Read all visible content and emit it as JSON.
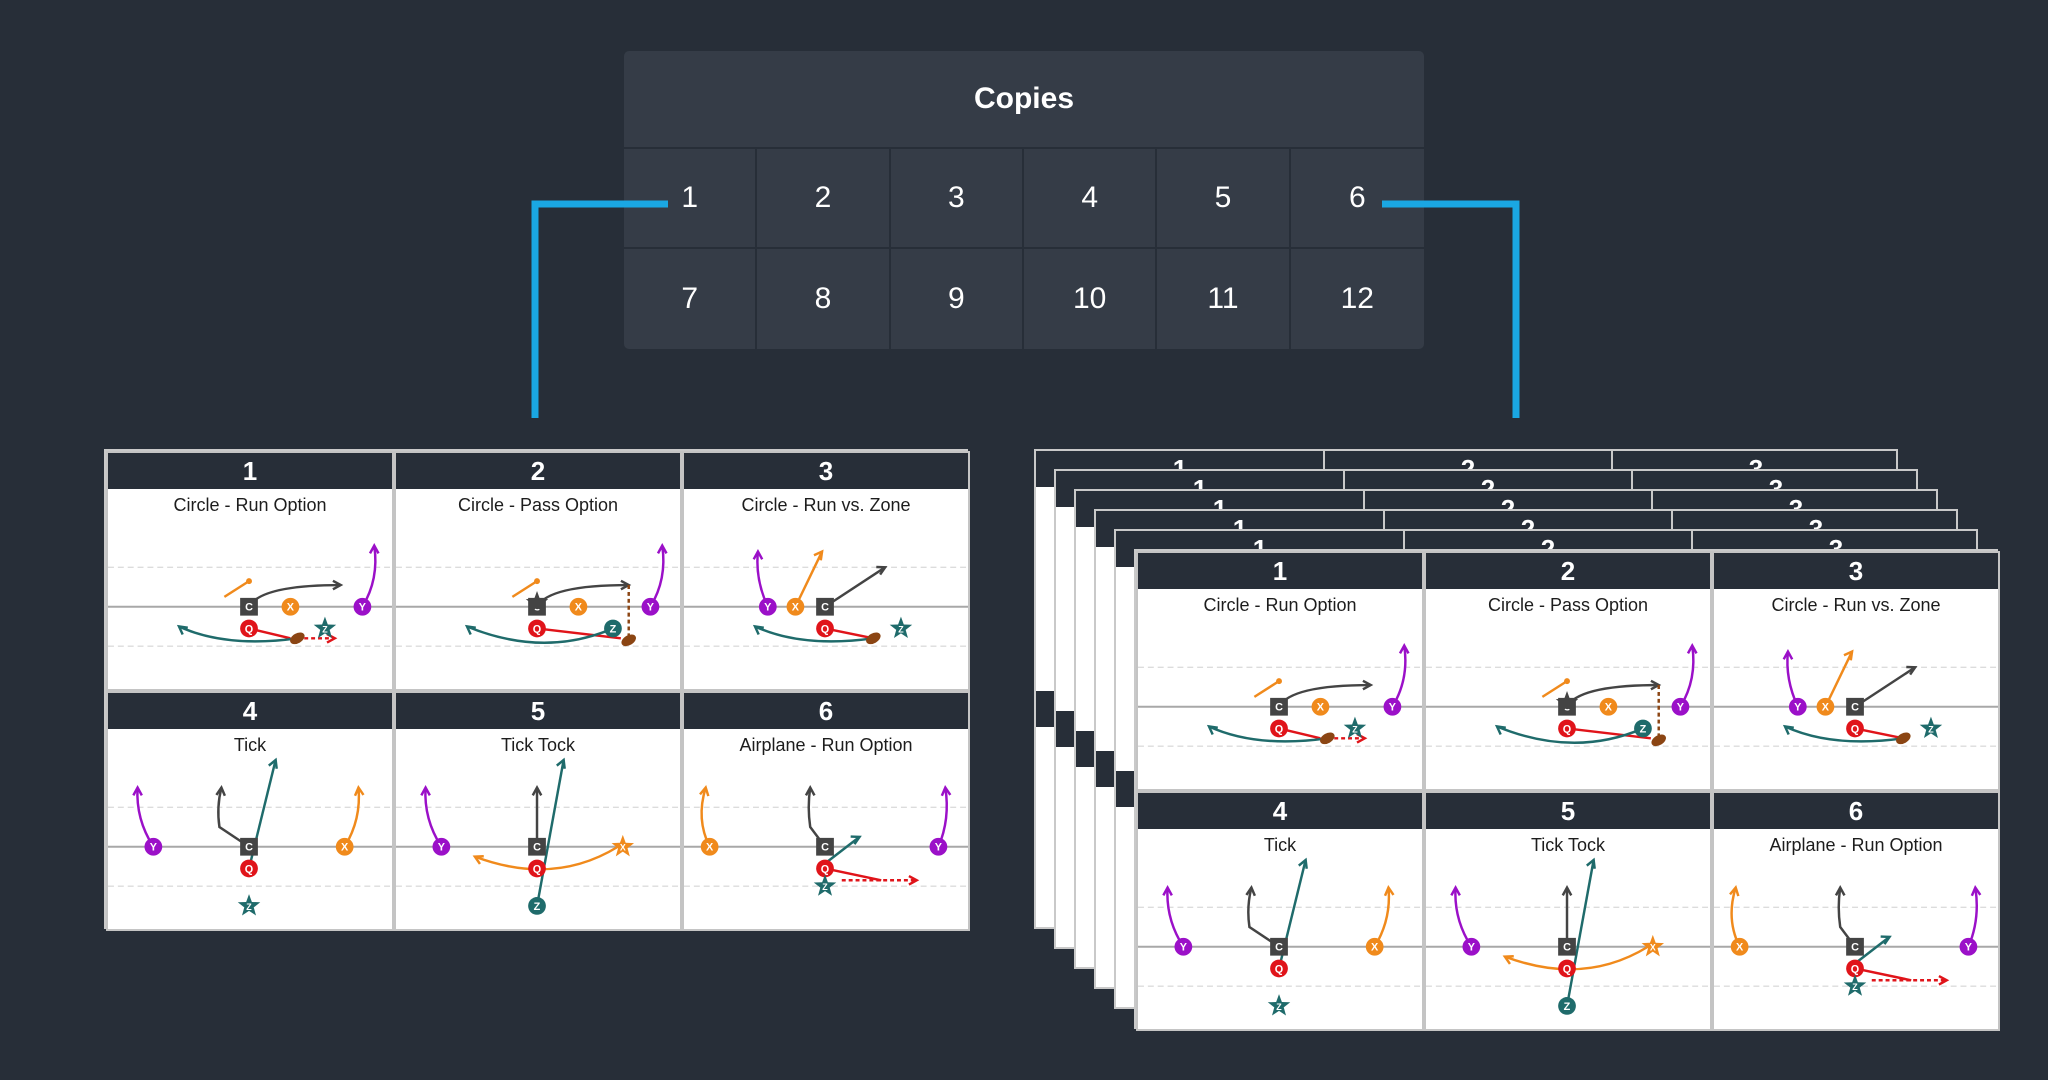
{
  "copies": {
    "title": "Copies",
    "numbers": [
      "1",
      "2",
      "3",
      "4",
      "5",
      "6",
      "7",
      "8",
      "9",
      "10",
      "11",
      "12"
    ]
  },
  "colors": {
    "background": "#272e38",
    "panel": "#353c47",
    "connector": "#1aa7e3",
    "header": "#272e38",
    "center": "#444444",
    "qb": "#e0141a",
    "x": "#f08a1c",
    "y": "#9b10c8",
    "z": "#1f6b6b",
    "ball": "#8b4513"
  },
  "sheet": {
    "plays": [
      {
        "number": "1",
        "name": "Circle - Run Option"
      },
      {
        "number": "2",
        "name": "Circle - Pass Option"
      },
      {
        "number": "3",
        "name": "Circle - Run vs. Zone"
      },
      {
        "number": "4",
        "name": "Tick"
      },
      {
        "number": "5",
        "name": "Tick Tock"
      },
      {
        "number": "6",
        "name": "Airplane - Run Option"
      }
    ],
    "player_labels": {
      "center": "C",
      "qb": "Q",
      "x": "X",
      "y": "Y",
      "z": "Z"
    }
  },
  "back_sheet_numbers": [
    "1",
    "2",
    "3"
  ]
}
